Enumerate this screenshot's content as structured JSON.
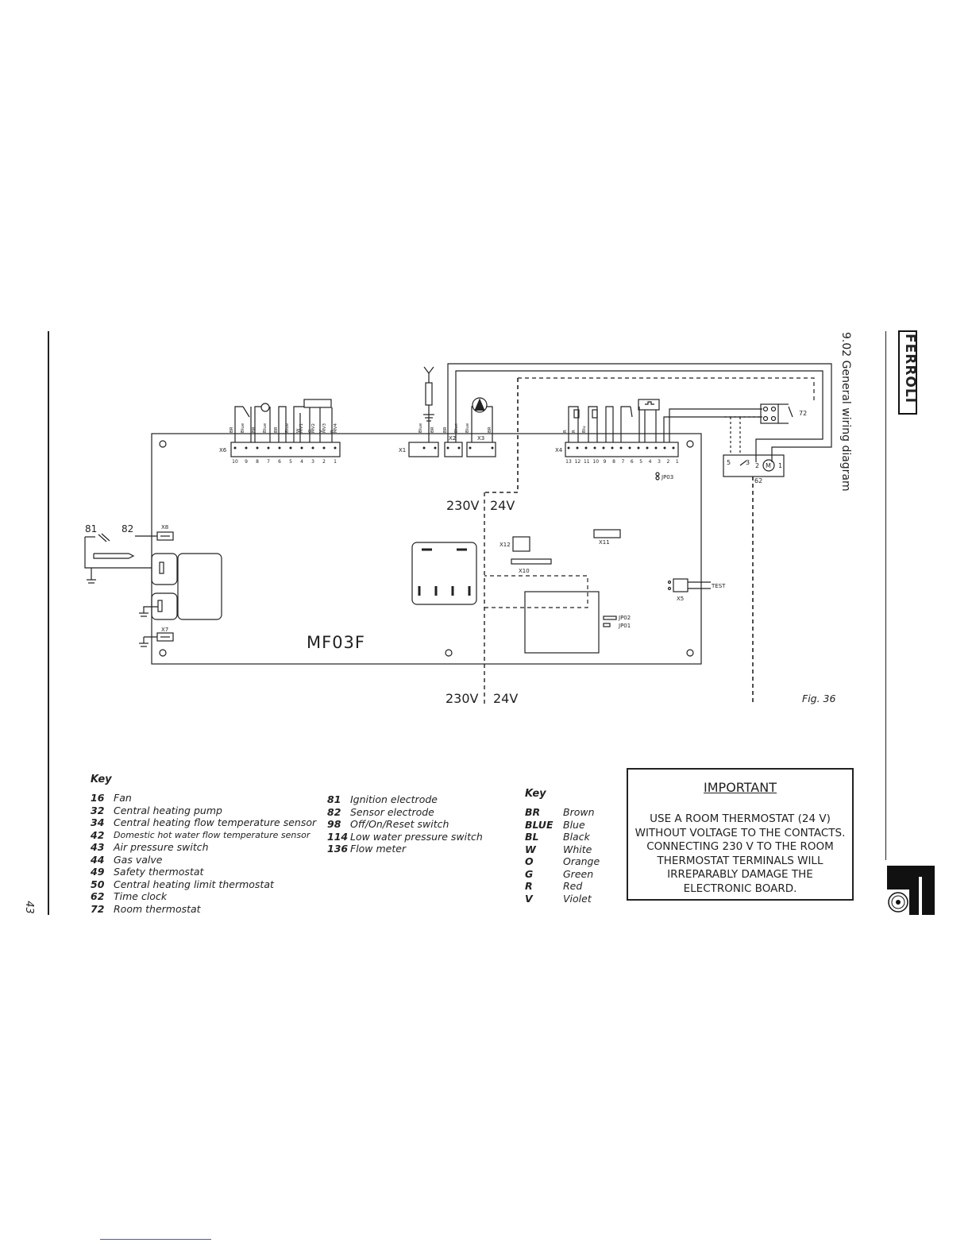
{
  "header": {
    "section_title": "9.02 General wiring diagram",
    "brand": "FERROLI"
  },
  "page": {
    "number": "43",
    "figure_label": "Fig. 36"
  },
  "diagram": {
    "board_name": "MF03F",
    "voltage_top_left": "230V",
    "voltage_top_right": "24V",
    "voltage_bottom_left": "230V",
    "voltage_bottom_right": "24V",
    "connectors": {
      "x6": "X6",
      "x1": "X1",
      "x2": "X2",
      "x3": "X3",
      "x4": "X4",
      "x8": "X8",
      "x7": "X7",
      "x12": "X12",
      "x11": "X11",
      "x10": "X10",
      "x5": "X5",
      "jp03": "JP03",
      "jp02": "JP02",
      "jp01": "JP01",
      "test": "TEST"
    },
    "component_numbers": {
      "n81": "81",
      "n82": "82",
      "n72": "72",
      "n62": "62"
    },
    "x6_pins": [
      "10",
      "9",
      "8",
      "7",
      "6",
      "5",
      "4",
      "3",
      "2",
      "1"
    ],
    "x4_pins": [
      "13",
      "12",
      "11",
      "10",
      "9",
      "8",
      "7",
      "6",
      "5",
      "4",
      "3",
      "2",
      "1"
    ],
    "x6_wire_labels": [
      "BR",
      "Blue",
      "BR",
      "Blue",
      "BR",
      "Blue",
      "W",
      "MV1",
      "O",
      "MV2",
      "V",
      "MV3",
      "R",
      "MV4"
    ],
    "x1x3_wire_labels": [
      "Blue",
      "BR",
      "BR",
      "Blue",
      "Blue",
      "BR"
    ],
    "x4_wire_labels": [
      "R",
      "R",
      "Blu"
    ],
    "clock_terminals": {
      "t5": "5",
      "t3": "3",
      "t2": "2",
      "t1": "1",
      "motor": "M"
    }
  },
  "key_components": {
    "title": "Key",
    "column1": [
      {
        "num": "16",
        "label": "Fan"
      },
      {
        "num": "32",
        "label": "Central heating pump"
      },
      {
        "num": "34",
        "label": "Central heating flow temperature sensor"
      },
      {
        "num": "42",
        "label": "Domestic hot water flow temperature sensor"
      },
      {
        "num": "43",
        "label": "Air pressure switch"
      },
      {
        "num": "44",
        "label": "Gas valve"
      },
      {
        "num": "49",
        "label": "Safety thermostat"
      },
      {
        "num": "50",
        "label": "Central heating limit thermostat"
      },
      {
        "num": "62",
        "label": "Time clock"
      },
      {
        "num": "72",
        "label": "Room thermostat"
      }
    ],
    "column2": [
      {
        "num": "81",
        "label": "Ignition electrode"
      },
      {
        "num": "82",
        "label": "Sensor electrode"
      },
      {
        "num": "98",
        "label": "Off/On/Reset switch"
      },
      {
        "num": "114",
        "label": "Low water pressure switch"
      },
      {
        "num": "136",
        "label": "Flow meter"
      }
    ]
  },
  "key_colors": {
    "title": "Key",
    "items": [
      {
        "code": "BR",
        "label": "Brown"
      },
      {
        "code": "BLUE",
        "label": "Blue"
      },
      {
        "code": "BL",
        "label": "Black"
      },
      {
        "code": "W",
        "label": "White"
      },
      {
        "code": "O",
        "label": "Orange"
      },
      {
        "code": "G",
        "label": "Green"
      },
      {
        "code": "R",
        "label": "Red"
      },
      {
        "code": "V",
        "label": "Violet"
      }
    ]
  },
  "important": {
    "title": "IMPORTANT",
    "lines": [
      "USE A ROOM THERMOSTAT (24 V)",
      "WITHOUT VOLTAGE TO THE CONTACTS.",
      "CONNECTING 230 V TO THE ROOM",
      "THERMOSTAT TERMINALS WILL",
      "IRREPARABLY DAMAGE THE",
      "ELECTRONIC BOARD."
    ]
  }
}
